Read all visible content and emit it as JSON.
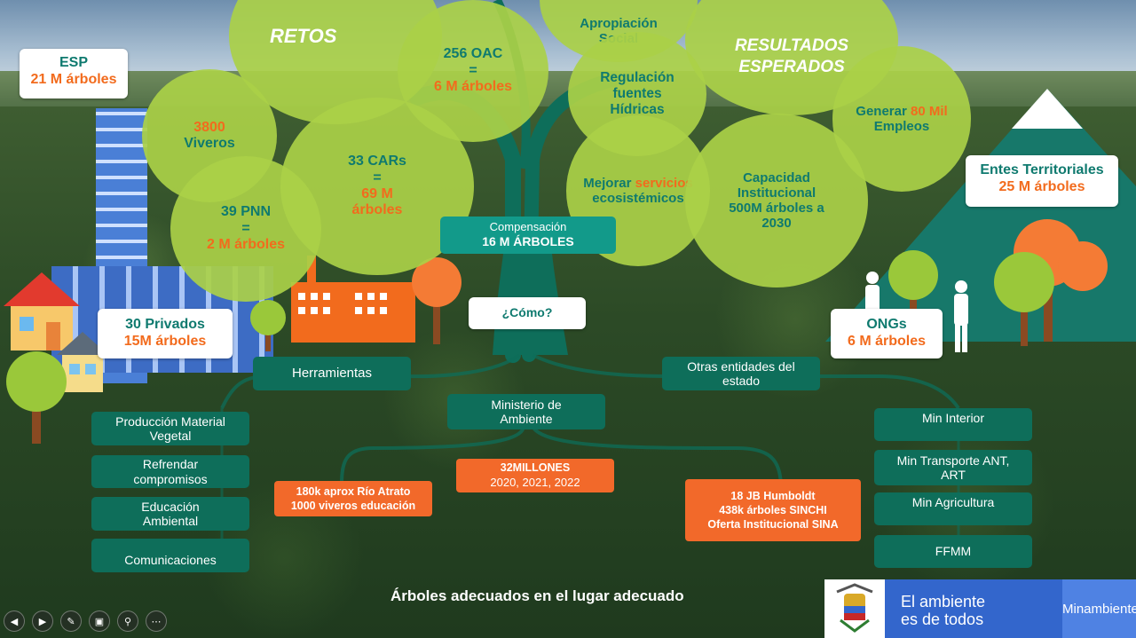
{
  "tree": {
    "retos": "RETOS",
    "resultados": "RESULTADOS ESPERADOS",
    "oac_title": "256 OAC",
    "oac_eq": "=",
    "oac_value": "6 M árboles",
    "viveros_num": "3800",
    "viveros_label": "Viveros",
    "cars_title": "33 CARs",
    "cars_eq": "=",
    "cars_value": "69 M árboles",
    "pnn_title": "39 PNN",
    "pnn_eq": "=",
    "pnn_value": "2 M árboles",
    "apropiacion": "Apropiación Social",
    "regulacion": "Regulación fuentes Hídricas",
    "empleos_pre": "Generar ",
    "empleos_num": "80 Mil",
    "empleos_post": "Empleos",
    "servicios_pre": "Mejorar ",
    "servicios_hl": "servicios",
    "servicios_post": "ecosistémicos",
    "capacidad": "Capacidad Institucional 500M árboles a 2030"
  },
  "actors": {
    "esp_title": "ESP",
    "esp_value": "21 M árboles",
    "entes_title": "Entes Territoriales",
    "entes_value": "25 M árboles",
    "privados_title": "30 Privados",
    "privados_value": "15M árboles",
    "ongs_title": "ONGs",
    "ongs_value": "6 M árboles"
  },
  "compensacion": {
    "label": "Compensación",
    "value": "16 M ÁRBOLES"
  },
  "como": "¿Cómo?",
  "herramientas": {
    "title": "Herramientas",
    "items": [
      "Producción Material Vegetal",
      "Refrendar compromisos",
      "Educación Ambiental",
      "Comunicaciones"
    ]
  },
  "ministerio": {
    "title": "Ministerio de Ambiente",
    "left_line1": "180k aprox Río Atrato",
    "left_line2": "1000 viveros educación",
    "center_line1": "32MILLONES",
    "center_line2": "2020, 2021, 2022"
  },
  "otras": {
    "title": "Otras entidades del estado",
    "items": [
      "Min Interior",
      "Min Transporte ANT, ART",
      "Min Agricultura",
      "FFMM"
    ],
    "orange_line1": "18 JB Humboldt",
    "orange_line2": "438k árboles SINCHI",
    "orange_line3": "Oferta Institucional SINA"
  },
  "footer": {
    "tagline": "Árboles adecuados en el lugar adecuado",
    "gov_line1": "El ambiente",
    "gov_line2": "es de todos",
    "brand": "Minambiente"
  },
  "nav": [
    "previous-icon",
    "next-icon",
    "pen-icon",
    "slides-icon",
    "zoom-icon",
    "more-icon"
  ],
  "colors": {
    "teal": "#0e6e5a",
    "orange": "#f26b1d",
    "leaf": "#aad048",
    "gov_blue": "#3366cc"
  }
}
